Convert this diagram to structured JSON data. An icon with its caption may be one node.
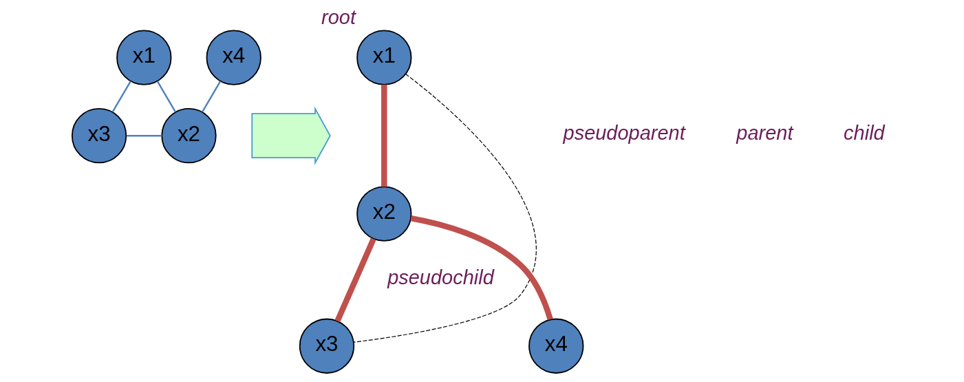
{
  "diagram": {
    "nodes": [
      {
        "text": [
          "x1"
        ]
      },
      {
        "text": [
          "x4"
        ]
      },
      {
        "text": [
          "x3"
        ]
      },
      {
        "text": [
          "x2"
        ]
      },
      {
        "text": [],
        "shape": "arrow"
      },
      {
        "text": [
          "x1"
        ],
        "beside": [
          "root"
        ]
      },
      {
        "text": [
          "x2"
        ]
      },
      {
        "text": [
          "x3"
        ]
      },
      {
        "text": [
          "x4"
        ]
      }
    ],
    "edges": [
      {
        "from": 0,
        "to": 2,
        "arrow": "none"
      },
      {
        "from": 0,
        "to": 3,
        "arrow": "none"
      },
      {
        "from": 2,
        "to": 3,
        "arrow": "none"
      },
      {
        "from": 1,
        "to": 3,
        "arrow": "none"
      },
      {
        "from": 5,
        "to": 6,
        "arrow": "none",
        "style": "thick",
        "color": "#c0504d"
      },
      {
        "from": 6,
        "to": 7,
        "arrow": "none",
        "style": "thick",
        "color": "#c0504d"
      },
      {
        "from": 6,
        "to": 8,
        "arrow": "none",
        "style": "thick",
        "color": "#c0504d"
      },
      {
        "from": 5,
        "to": 7,
        "arrow": "none",
        "style": "dashed",
        "color": "#000000"
      }
    ],
    "labels": [
      "pseudoparent",
      "parent",
      "child",
      "pseudochild"
    ]
  }
}
